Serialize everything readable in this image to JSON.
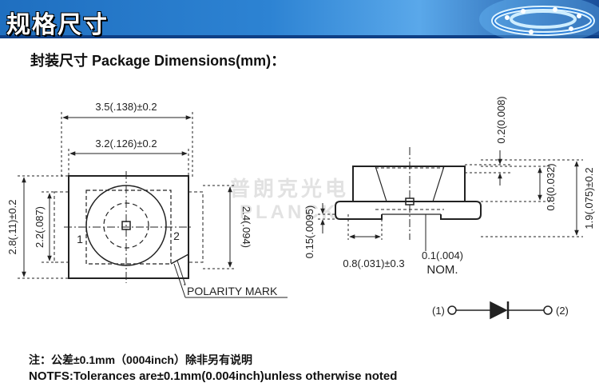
{
  "banner": {
    "title": "规格尺寸"
  },
  "section_title": "封装尺寸 Package Dimensions(mm)：",
  "watermark": {
    "cn": "普朗克光电",
    "en": "PLANCK"
  },
  "top_view": {
    "width_outer": "3.5(.138)±0.2",
    "width_inner": "3.2(.126)±0.2",
    "height_outer": "2.8(.11)±0.2",
    "height_inner": "2.2(.087)",
    "height_right": "2.4(.094)",
    "pin1": "1",
    "pin2": "2",
    "polarity_mark": "POLARITY MARK"
  },
  "side_view": {
    "top_gap": "0.2(0.008)",
    "body_height": "0.8(0.032)",
    "total_height": "1.9(.075)±0.2",
    "pad_thickness": "0.15(.0095)",
    "pad_length": "0.8(.031)±0.3",
    "gap": "0.1(.004)",
    "nom": "NOM."
  },
  "diode": {
    "anode": "(1)",
    "cathode": "(2)"
  },
  "notes": {
    "cn": "注：公差±0.1mm（0004inch）除非另有说明",
    "en": "NOTFS:Tolerances are±0.1mm(0.004inch)unless otherwise noted"
  }
}
